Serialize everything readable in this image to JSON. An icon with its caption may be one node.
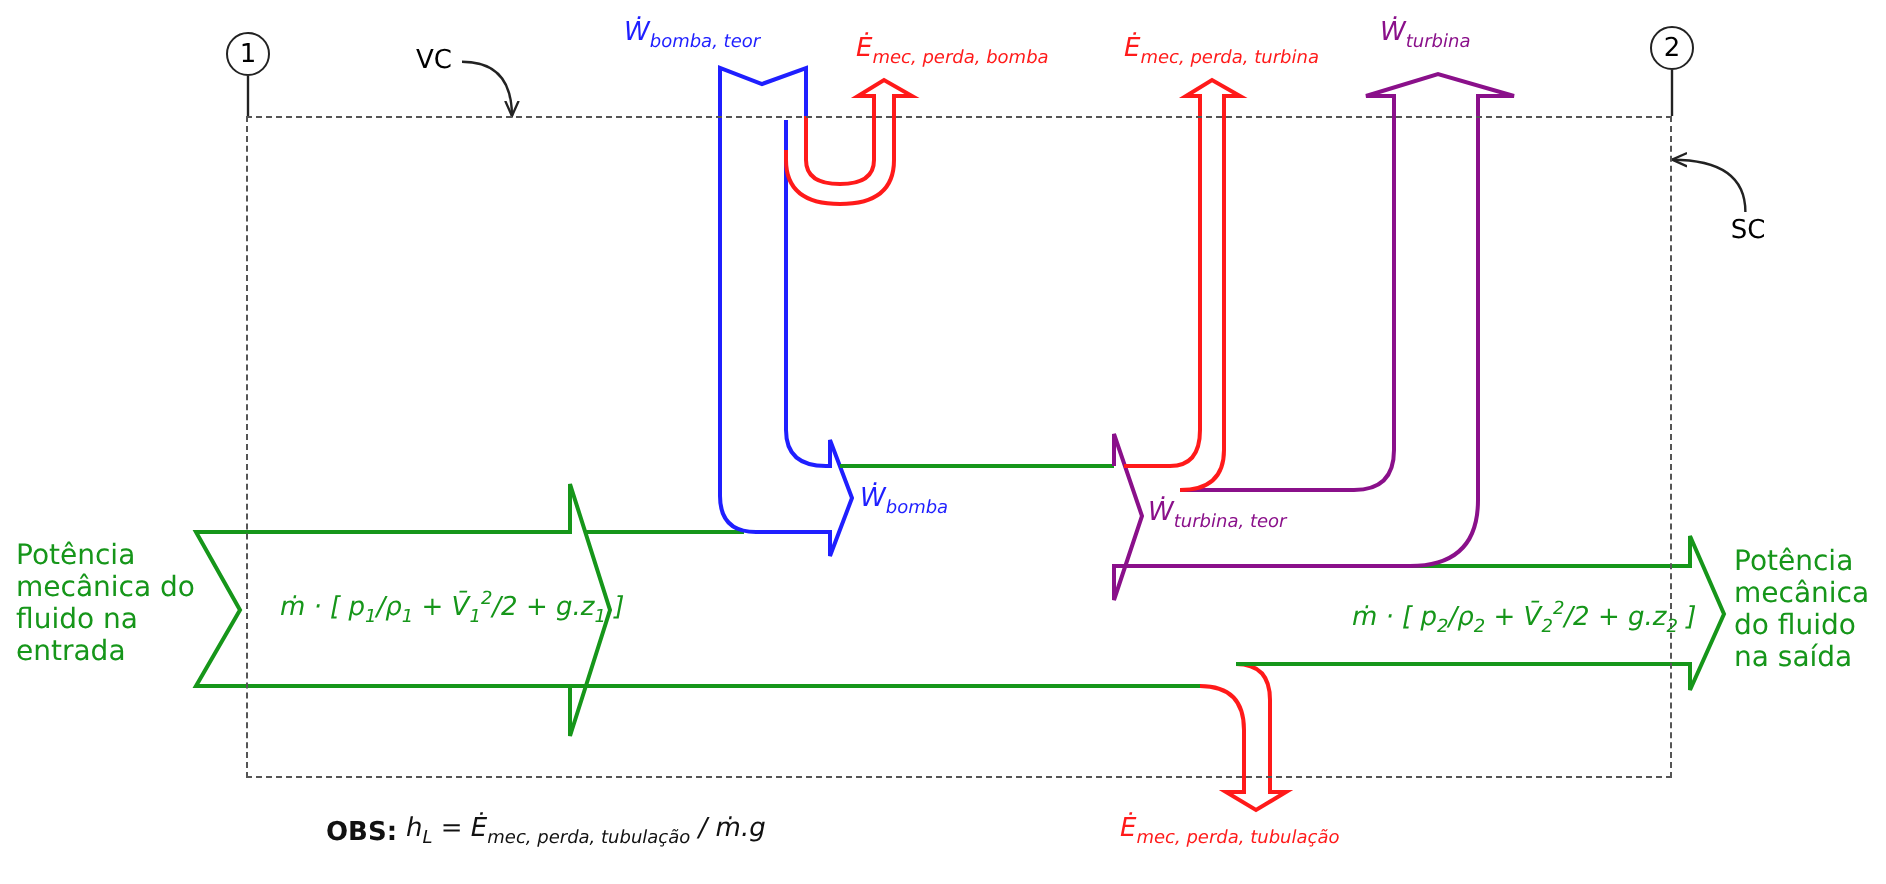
{
  "diagram": {
    "nodes": [
      {
        "text": [
          "1"
        ]
      },
      {
        "text": [
          "2"
        ]
      },
      {
        "text": [
          "VC"
        ]
      },
      {
        "text": [
          "SC"
        ]
      },
      {
        "text": [],
        "shape": "box"
      }
    ],
    "edges": [
      {
        "from": 2,
        "to": 4,
        "arrow": "to"
      },
      {
        "from": 3,
        "to": 4,
        "arrow": "to"
      },
      {
        "from": 0,
        "to": 4,
        "arrow": "none"
      },
      {
        "from": 1,
        "to": 4,
        "arrow": "none"
      }
    ],
    "labels": [
      "Ẇ$_{bomba, teor}$",
      "Ė$_{mec, perda, bomba}$",
      "Ė$_{mec, perda, turbina}$",
      "Ẇ$_{turbina}$",
      "Ẇ$_{bomba}$",
      "Ẇ$_{turbina, teor}$",
      "Potência mecânica do fluido na entrada",
      "ṁ · [ p$_{1}$/ρ$_{1}$ + V̄$_{1}$$^{2}$/2 + g.z$_{1}$ ]",
      "ṁ · [ p$_{2}$/ρ$_{2}$ + V̄$_{2}$$^{2}$/2 + g.z$_{2}$ ]",
      "Potência mecânica do fluido na saída",
      "Ė$_{mec, perda, tubulação}$",
      "OBS:",
      "h$_{L}$ = Ė$_{mec, perda, tubulação}$ / ṁ.g"
    ]
  }
}
